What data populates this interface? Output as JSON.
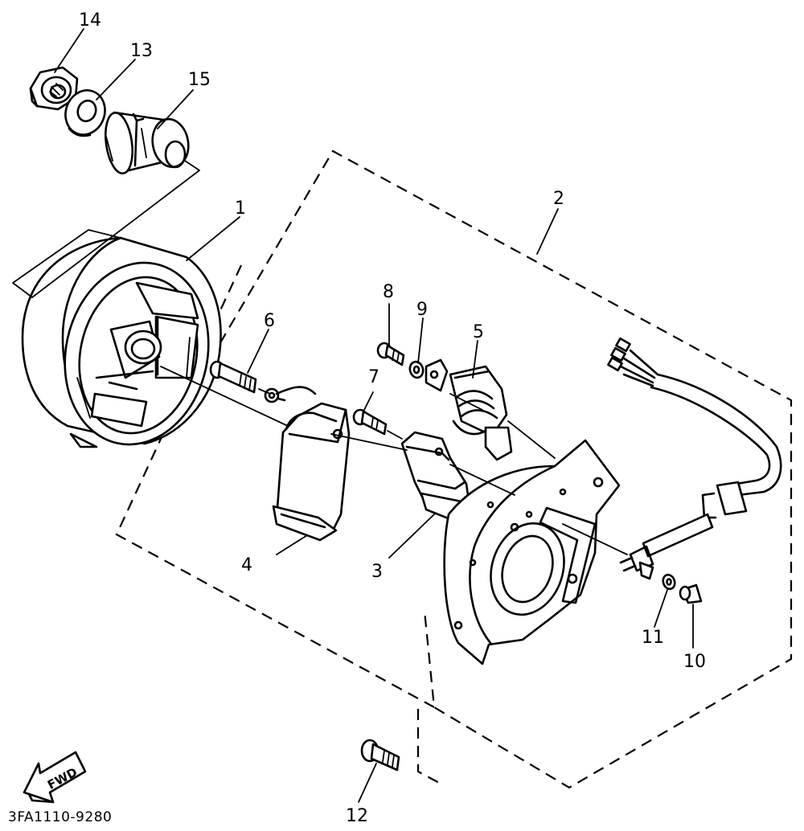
{
  "diagram": {
    "drawing_code": "3FA1110-9280",
    "direction_marker": "FWD",
    "callouts": [
      {
        "id": "1",
        "part": "rotor"
      },
      {
        "id": "2",
        "part": "stator-assembly"
      },
      {
        "id": "3",
        "part": "coil"
      },
      {
        "id": "4",
        "part": "coil"
      },
      {
        "id": "5",
        "part": "pickup-coil"
      },
      {
        "id": "6",
        "part": "bolt"
      },
      {
        "id": "7",
        "part": "screw"
      },
      {
        "id": "8",
        "part": "screw"
      },
      {
        "id": "9",
        "part": "washer"
      },
      {
        "id": "10",
        "part": "screw"
      },
      {
        "id": "11",
        "part": "washer"
      },
      {
        "id": "12",
        "part": "bolt"
      },
      {
        "id": "13",
        "part": "washer"
      },
      {
        "id": "14",
        "part": "nut"
      },
      {
        "id": "15",
        "part": "spacer"
      }
    ]
  }
}
